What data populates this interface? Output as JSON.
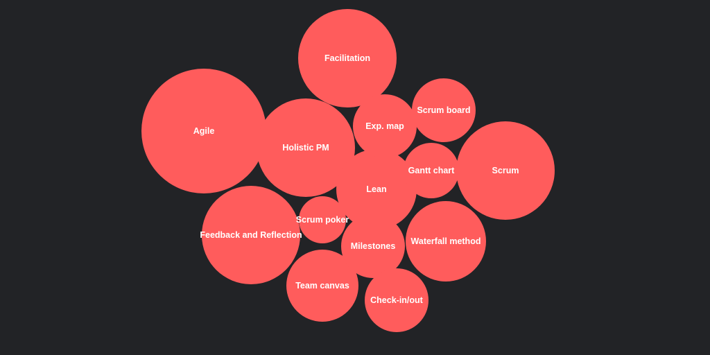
{
  "colors": {
    "background": "#222326",
    "bubble": "#FF5C5C",
    "label": "#FFFFFF"
  },
  "bubbles": [
    {
      "id": "facilitation",
      "label": "Facilitation"
    },
    {
      "id": "agile",
      "label": "Agile"
    },
    {
      "id": "holistic-pm",
      "label": "Holistic PM"
    },
    {
      "id": "exp-map",
      "label": "Exp. map"
    },
    {
      "id": "scrum-board",
      "label": "Scrum board"
    },
    {
      "id": "scrum",
      "label": "Scrum"
    },
    {
      "id": "feedback-reflection",
      "label": "Feedback and Reflection"
    },
    {
      "id": "lean",
      "label": "Lean"
    },
    {
      "id": "gantt-chart",
      "label": "Gantt chart"
    },
    {
      "id": "scrum-poker",
      "label": "Scrum poker"
    },
    {
      "id": "milestones",
      "label": "Milestones"
    },
    {
      "id": "waterfall-method",
      "label": "Waterfall method"
    },
    {
      "id": "team-canvas",
      "label": "Team canvas"
    },
    {
      "id": "check-in-out",
      "label": "Check-in/out"
    }
  ]
}
